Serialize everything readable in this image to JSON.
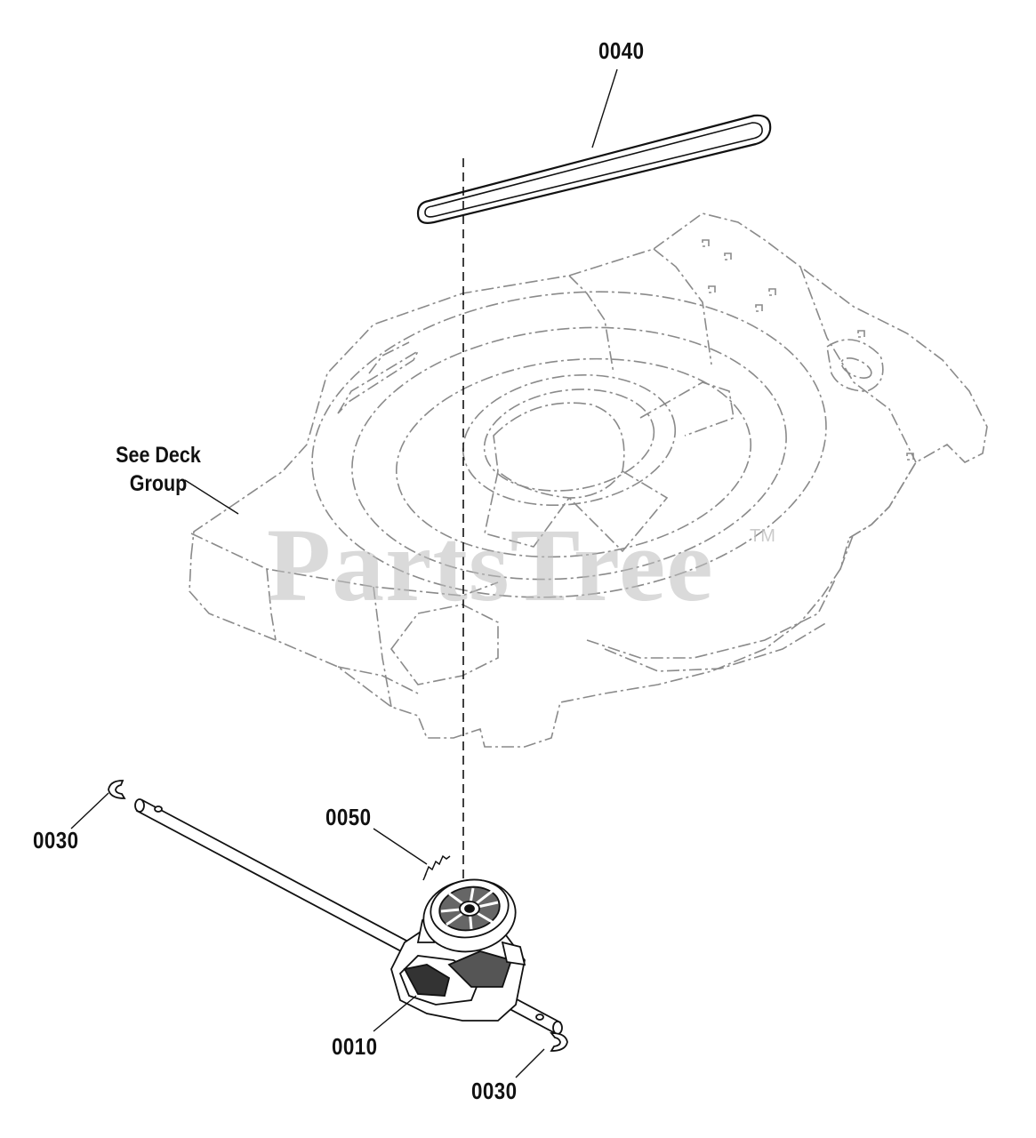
{
  "callouts": {
    "belt": "0040",
    "deck_note_line1": "See Deck",
    "deck_note_line2": "Group",
    "clip_left": "0030",
    "spring": "0050",
    "transmission": "0010",
    "clip_right": "0030"
  },
  "watermark": {
    "text": "PartsTree",
    "trademark": "TM"
  },
  "colors": {
    "ink": "#111111",
    "deck_outline": "#8a8a8a",
    "watermark": "#bdbdbd"
  }
}
